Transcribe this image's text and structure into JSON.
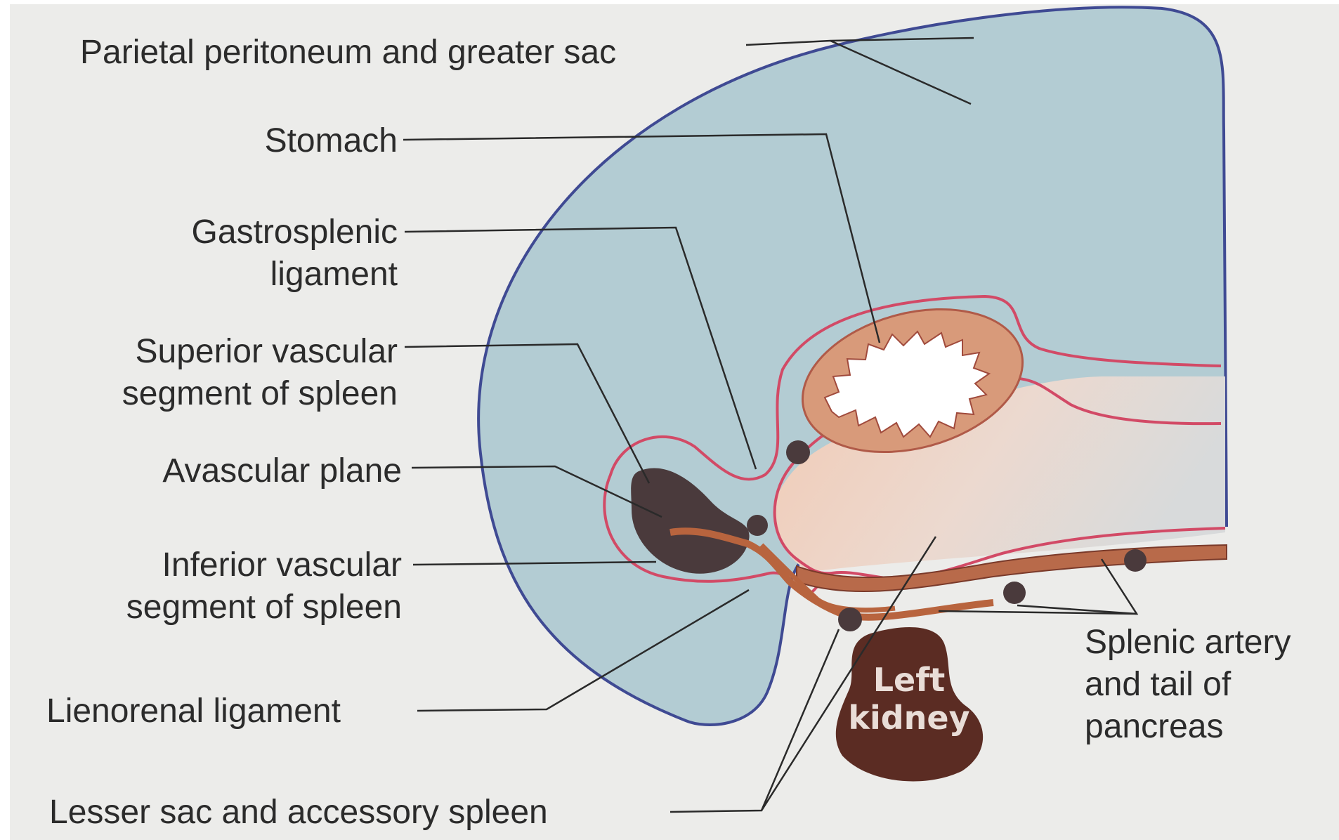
{
  "labels": {
    "parietal": "Parietal peritoneum and greater sac",
    "stomach": "Stomach",
    "gastrosplenic_1": "Gastrosplenic",
    "gastrosplenic_2": "ligament",
    "superior_1": "Superior vascular",
    "superior_2": "segment of spleen",
    "avascular": "Avascular plane",
    "inferior_1": "Inferior vascular",
    "inferior_2": "segment of spleen",
    "lienorenal": "Lienorenal ligament",
    "lesser_sac": "Lesser sac and accessory spleen",
    "splenic_1": "Splenic artery",
    "splenic_2": "and tail of",
    "splenic_3": "pancreas",
    "kidney_1": "Left",
    "kidney_2": "kidney"
  },
  "colors": {
    "greater_sac": "#b3ccd3",
    "parietal_line": "#3f4a93",
    "visceral_line": "#d24a66",
    "stomach_wall": "#d89a7a",
    "spleen": "#4a3a3c",
    "kidney": "#5b2c23",
    "pancreas": "#b86a4a",
    "leader": "#2a2a2a"
  }
}
